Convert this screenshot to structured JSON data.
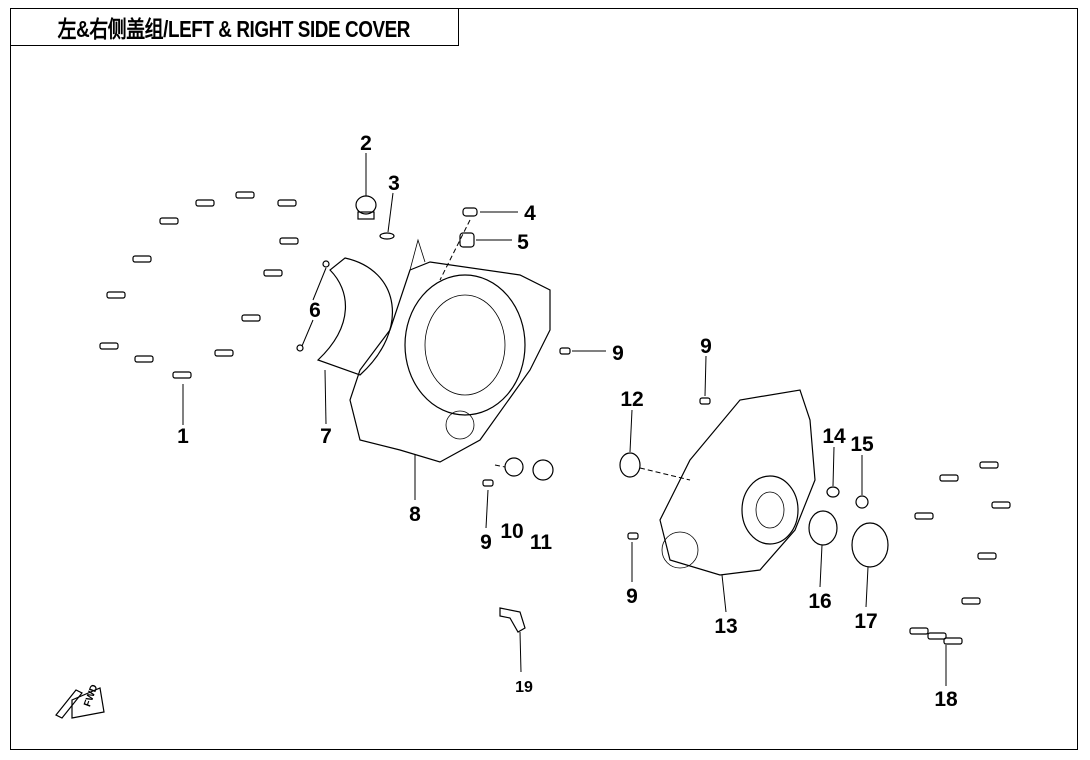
{
  "title": "左&右侧盖组/LEFT & RIGHT SIDE COVER",
  "fwd_icon_text": "FWD",
  "callouts": [
    "1",
    "2",
    "3",
    "4",
    "5",
    "6",
    "7",
    "8",
    "9",
    "9",
    "10",
    "11",
    "12",
    "9",
    "13",
    "14",
    "15",
    "16",
    "17",
    "9",
    "18",
    "19"
  ]
}
